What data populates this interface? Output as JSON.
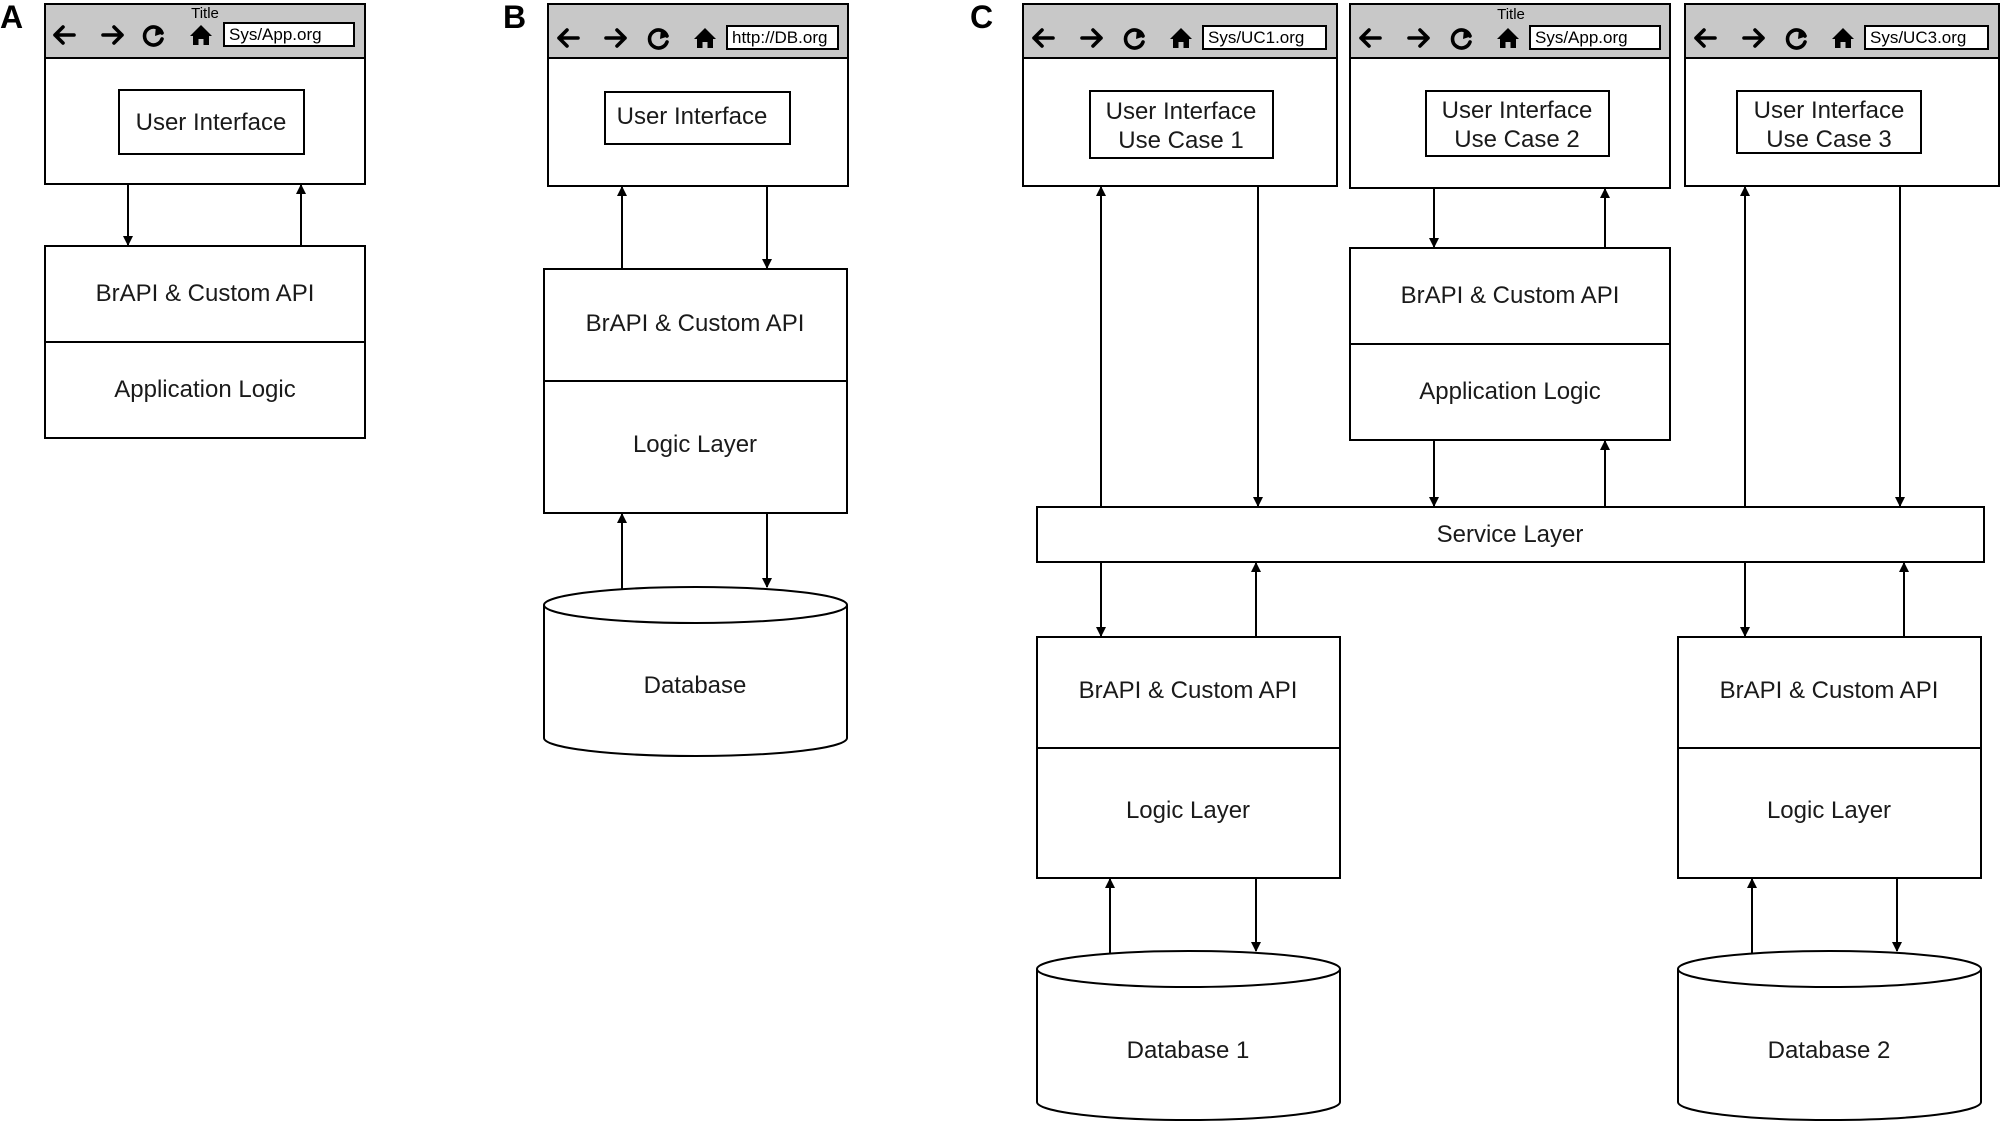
{
  "panels": {
    "a": {
      "letter": "A",
      "browser": {
        "title": "Title",
        "url": "Sys/App.org",
        "ui_label": "User Interface"
      },
      "api_label": "BrAPI & Custom API",
      "logic_label": "Application Logic"
    },
    "b": {
      "letter": "B",
      "browser": {
        "url": "http://DB.org",
        "ui_label": "User Interface"
      },
      "api_label": "BrAPI & Custom API",
      "logic_label": "Logic Layer",
      "db_label": "Database"
    },
    "c": {
      "letter": "C",
      "browsers": [
        {
          "url": "Sys/UC1.org",
          "ui_line1": "User Interface",
          "ui_line2": "Use Case 1"
        },
        {
          "title": "Title",
          "url": "Sys/App.org",
          "ui_line1": "User Interface",
          "ui_line2": "Use Case 2"
        },
        {
          "url": "Sys/UC3.org",
          "ui_line1": "User Interface",
          "ui_line2": "Use Case 3"
        }
      ],
      "app_api_label": "BrAPI & Custom API",
      "app_logic_label": "Application Logic",
      "service_label": "Service Layer",
      "backends": [
        {
          "api_label": "BrAPI & Custom API",
          "logic_label": "Logic Layer",
          "db_label": "Database 1"
        },
        {
          "api_label": "BrAPI & Custom API",
          "logic_label": "Logic Layer",
          "db_label": "Database 2"
        }
      ]
    }
  },
  "icons": [
    "back-arrow-icon",
    "forward-arrow-icon",
    "refresh-icon",
    "home-icon"
  ],
  "colors": {
    "toolbar": "#c8c8c8",
    "stroke": "#000000",
    "background": "#ffffff"
  }
}
